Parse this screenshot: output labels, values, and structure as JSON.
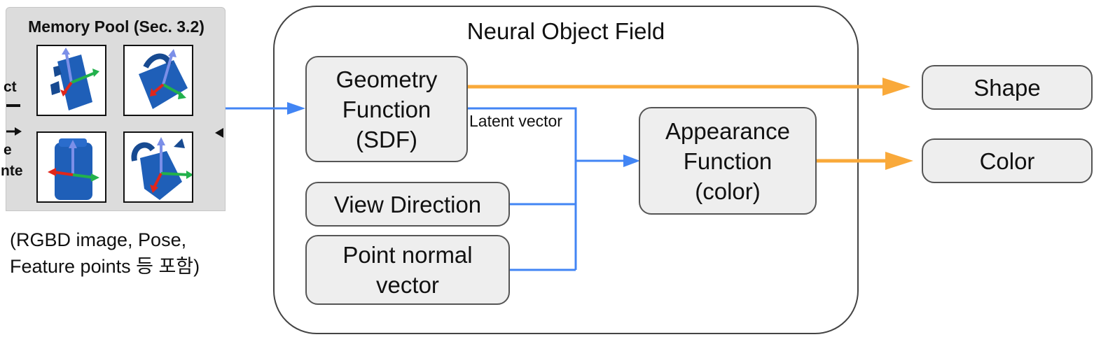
{
  "memory_pool": {
    "title": "Memory Pool (Sec. 3.2)",
    "side_fragments": [
      "ct",
      "e",
      "nte"
    ],
    "thumbnails": [
      "pitcher-view-1",
      "pitcher-view-2",
      "pitcher-view-3",
      "pitcher-view-4"
    ],
    "caption": "(RGBD image, Pose,\nFeature points 등 포함)"
  },
  "neural_object_field": {
    "title": "Neural Object Field",
    "geometry": "Geometry\nFunction\n(SDF)",
    "view_direction": "View Direction",
    "point_normal": "Point normal\nvector",
    "appearance": "Appearance\nFunction\n(color)",
    "latent_label": "Latent vector"
  },
  "outputs": {
    "shape": "Shape",
    "color": "Color"
  },
  "colors": {
    "blue_arrow": "#4285f4",
    "orange_arrow": "#f9a93a",
    "box_fill": "#eeeeee",
    "pitcher_blue": "#1f5fb8"
  }
}
